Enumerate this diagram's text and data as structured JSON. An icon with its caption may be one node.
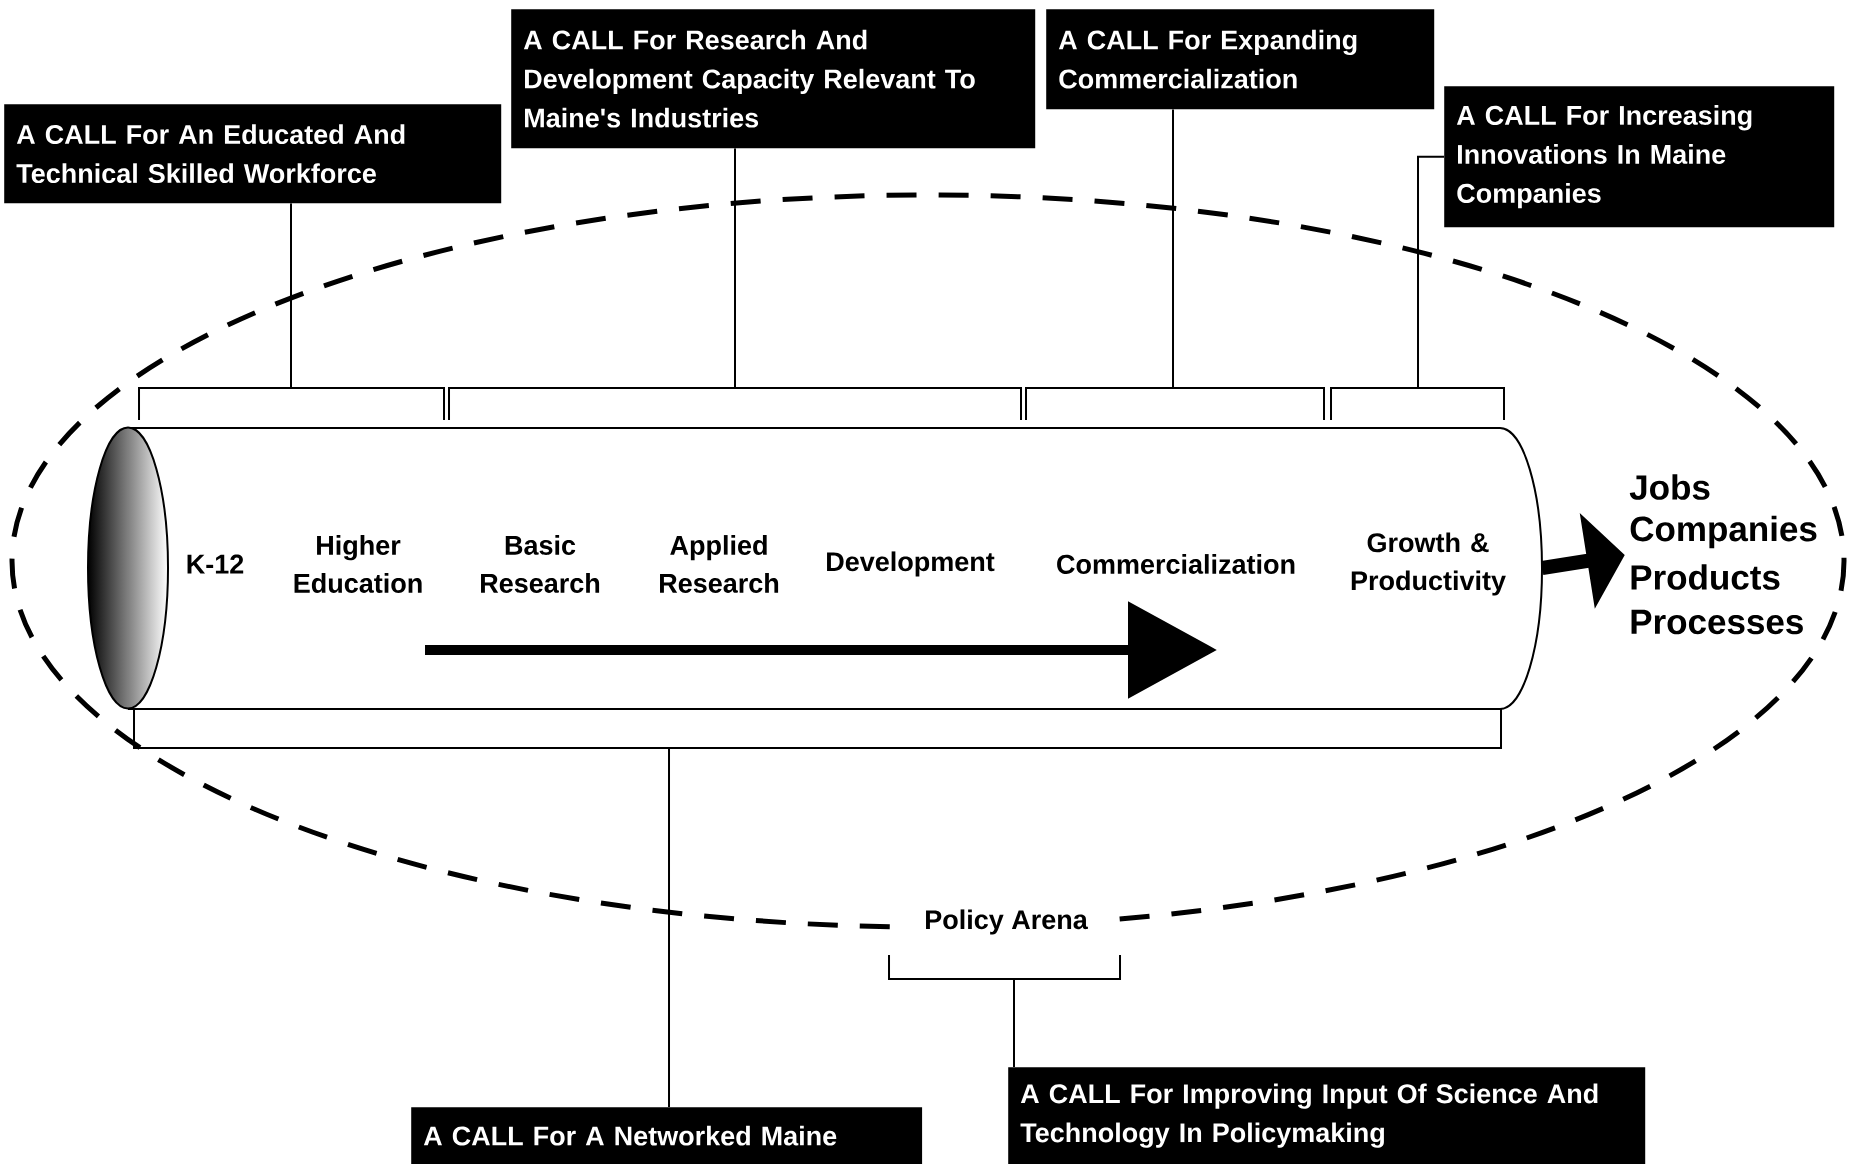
{
  "diagram": {
    "nodes": [
      {
        "text": [
          "Policy Arena"
        ]
      },
      {
        "text": [
          "K-12",
          "Higher Education",
          "Basic Research",
          "Applied Research",
          "Development",
          "Commercialization",
          "Growth & Productivity"
        ],
        "in": 0
      },
      {
        "text": [
          "Jobs",
          "Companies",
          "Products",
          "Processes"
        ],
        "in": 0
      },
      {
        "text": [
          "A CALL For An Educated And Technical Skilled Workforce"
        ]
      },
      {
        "text": [
          "A CALL For Research And Development Capacity Relevant To Maine's Industries"
        ]
      },
      {
        "text": [
          "A CALL For Expanding Commercialization"
        ]
      },
      {
        "text": [
          "A CALL For Increasing Innovations In Maine Companies"
        ]
      },
      {
        "text": [
          "A CALL For A Networked Maine"
        ]
      },
      {
        "text": [
          "A CALL For Improving Input Of Science And Technology In Policymaking"
        ]
      }
    ],
    "edges": [
      {
        "from": 1,
        "to": 2,
        "arrow": "to",
        "style": "thick"
      },
      {
        "from": 3,
        "to": 1,
        "arrow": "none"
      },
      {
        "from": 4,
        "to": 1,
        "arrow": "none"
      },
      {
        "from": 5,
        "to": 1,
        "arrow": "none"
      },
      {
        "from": 6,
        "to": 1,
        "arrow": "none"
      },
      {
        "from": 7,
        "to": 1,
        "arrow": "none"
      },
      {
        "from": 8,
        "to": 0,
        "arrow": "none"
      }
    ]
  }
}
